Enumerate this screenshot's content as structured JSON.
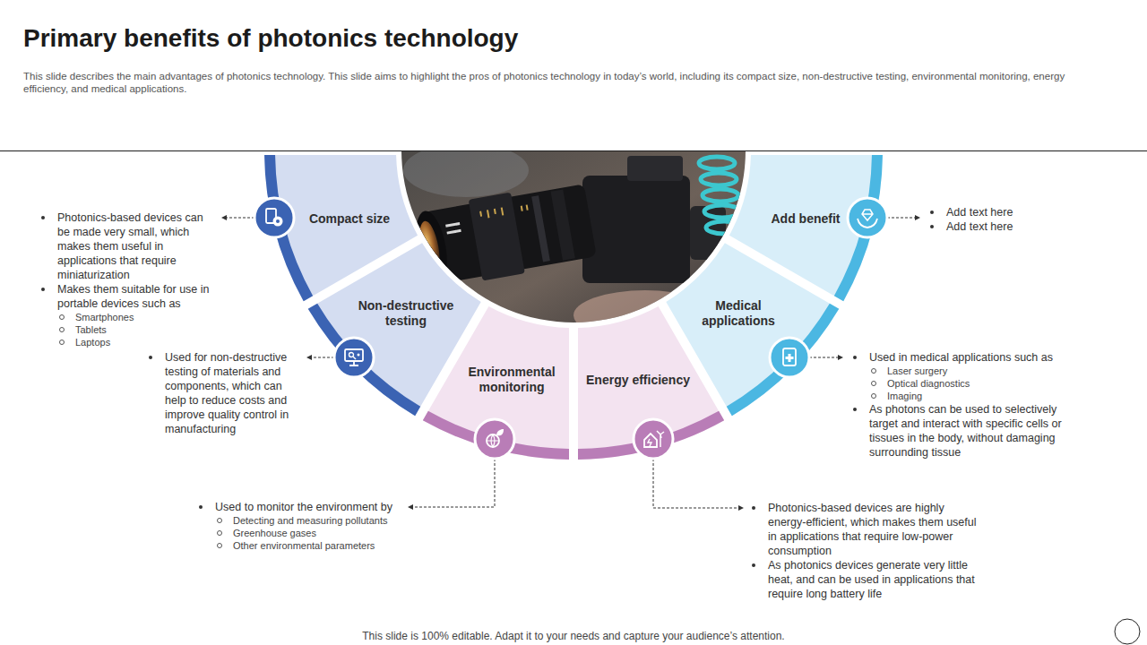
{
  "diagram": {
    "title": "Primary benefits of photonics technology",
    "caption": "This slide describes the main advantages of photonics technology. This slide aims to highlight the pros of photonics technology in today’s world, including its compact size, non-destructive testing, environmental monitoring, energy efficiency, and medical applications.",
    "nodes": [
      {
        "text": [
          "Compact size"
        ]
      },
      {
        "text": [
          "Non-destructive testing"
        ]
      },
      {
        "text": [
          "Environmental monitoring"
        ]
      },
      {
        "text": [
          "Energy efficiency"
        ]
      },
      {
        "text": [
          "Medical applications"
        ]
      },
      {
        "text": [
          "Add benefit"
        ]
      }
    ],
    "labels": [
      "Photonics-based devices can be made very small, which makes them useful in applications that require miniaturization",
      "Makes them suitable for use in portable devices such as",
      "Smartphones",
      "Tablets",
      "Laptops",
      "Used for non-destructive testing of materials and components, which can help to reduce costs and improve quality control in manufacturing",
      "Used to monitor the environment by",
      "Detecting and measuring pollutants",
      "Greenhouse gases",
      "Other environmental parameters",
      "Photonics-based devices are highly energy-efficient, which makes them useful in applications that require low-power consumption",
      "As photonics devices generate very little heat, and can be used in applications that require long battery life",
      "Used in medical applications such as",
      "Laser surgery",
      "Optical diagnostics",
      "Imaging",
      "As photons can be used to selectively target and interact with specific cells or tissues in the body, without damaging surrounding tissue",
      "Add text here",
      "Add text here",
      "This slide is 100% editable. Adapt it to your needs and capture your audience’s attention."
    ]
  }
}
